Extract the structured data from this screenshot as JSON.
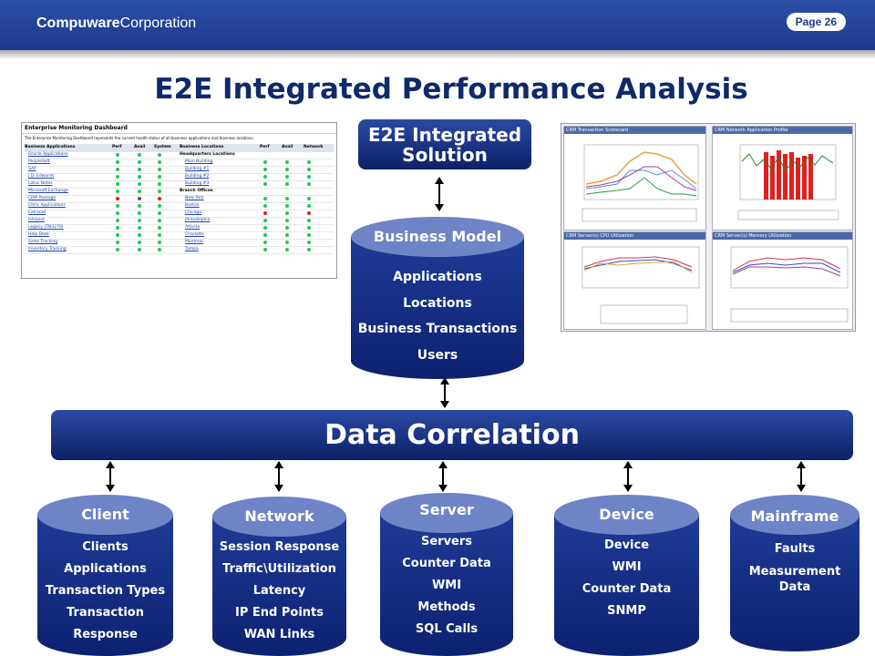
{
  "header": {
    "brand_bold": "Compuware",
    "brand_rest": "Corporation",
    "page": "Page 26"
  },
  "title": "E2E Integrated Performance Analysis",
  "e2e_box": {
    "line1": "E2E Integrated",
    "line2": "Solution"
  },
  "business_model": {
    "label": "Business Model",
    "items": [
      "Applications",
      "Locations",
      "Business Transactions",
      "Users"
    ]
  },
  "correlation": "Data Correlation",
  "sources": [
    {
      "label": "Client",
      "items": [
        "Clients",
        "Applications",
        "Transaction Types",
        "Transaction Response"
      ]
    },
    {
      "label": "Network",
      "items": [
        "Session Response",
        "Traffic\\Utilization",
        "Latency",
        "IP End Points",
        "WAN Links"
      ]
    },
    {
      "label": "Server",
      "items": [
        "Servers",
        "Counter Data",
        "WMI",
        "Methods",
        "SQL Calls"
      ]
    },
    {
      "label": "Device",
      "items": [
        "Device",
        "WMI",
        "Counter Data",
        "SNMP"
      ]
    },
    {
      "label": "Mainframe",
      "items": [
        "Faults",
        "Measurement",
        "Data"
      ]
    }
  ],
  "dashboard": {
    "title": "Enterprise Monitoring Dashboard",
    "subtitle": "The Enterprise Monitoring Dashboard represents the current health status of all business applications and business locations.",
    "headers": [
      "Business Applications",
      "Perf",
      "Avail",
      "System",
      "Business Locations",
      "Perf",
      "Avail",
      "Network"
    ],
    "apps": [
      "Oracle Applications",
      "PeopleSoft",
      "SAP",
      "J.D. Edwards",
      "Lotus Notes",
      "Microsoft Exchange",
      "CRM Package",
      "Citrix Applications",
      "Extranet",
      "Intranet",
      "Legacy (TN3270)",
      "Help Desk",
      "Sales Tracking",
      "Inventory Tracking"
    ],
    "locations": [
      "Headquarters Locations",
      "Main Building",
      "Building #1",
      "Building #2",
      "Building #3",
      "Branch Offices",
      "New York",
      "Boston",
      "Chicago",
      "Philadelphia",
      "Atlanta",
      "Charlotte",
      "Montreal",
      "Tampa"
    ]
  },
  "mini_panels": {
    "scorecard": "CRM Transaction Scorecard",
    "profile": "CRM Network Application Profile",
    "cpu": "CRM Server(s) CPU Utilization",
    "memory": "CRM Server(s) Memory Utilization"
  },
  "colors": {
    "navy": "#0d2170",
    "cap": "#6f84c6",
    "green": "#22c55e",
    "red": "#e11d1d"
  }
}
